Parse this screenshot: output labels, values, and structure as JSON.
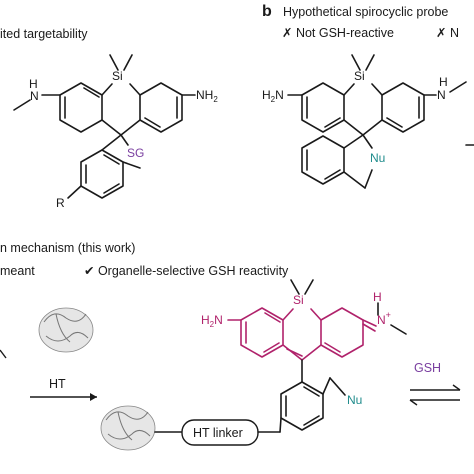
{
  "colors": {
    "ink": "#1a1a1a",
    "magenta": "#b0226b",
    "purple": "#7a3fa0",
    "teal": "#1f8c8c"
  },
  "panel_a": {
    "title": "ited targetability"
  },
  "panel_b": {
    "letter": "b",
    "title": "Hypothetical spirocyclic probe",
    "note_1": "✗ Not GSH-reactive",
    "note_2": "✗ N"
  },
  "panel_c": {
    "title": "n mechanism (this work)",
    "note_1": "meant",
    "note_2": "✔ Organelle-selective GSH reactivity",
    "arrow_ht": "HT",
    "arrow_gsh": "GSH",
    "ht_linker": "HT linker"
  },
  "labels": {
    "si": "Si",
    "nh2": "NH",
    "nh2_sub": "2",
    "h2n": "H",
    "h2n_sub": "2",
    "h2n_n": "N",
    "sg": "SG",
    "r": "R",
    "nu": "Nu",
    "h": "H",
    "n_plus": "N",
    "plus": "+"
  },
  "icons": {
    "protein": "protein-ribbon-icon"
  }
}
